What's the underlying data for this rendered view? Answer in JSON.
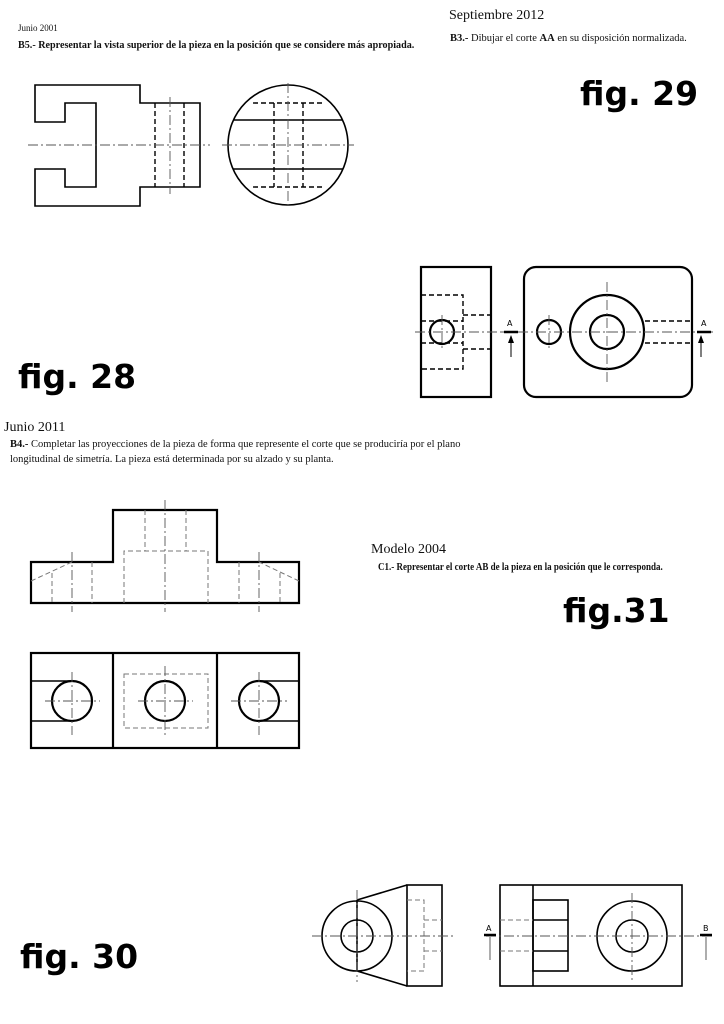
{
  "fig28": {
    "date": "Junio 2001",
    "task_code": "B5.-",
    "task_text": "Representar la vista superior de la pieza en la posición que se considere más apropiada.",
    "label": "fig. 28"
  },
  "fig29": {
    "date": "Septiembre 2012",
    "task_code": "B3.-",
    "task_text_1": "Dibujar el corte",
    "task_bold": "AA",
    "task_text_2": "en su disposición normalizada.",
    "label": "fig. 29",
    "section_label_left": "A",
    "section_label_right": "A"
  },
  "fig30": {
    "date": "Junio 2011",
    "task_code": "B4.-",
    "task_line_1": "Completar las proyecciones de la pieza de forma que represente el corte que se produciría por el plano",
    "task_line_2": "longitudinal de simetría. La pieza está determinada por su alzado y su planta.",
    "label": "fig. 30"
  },
  "fig31": {
    "date": "Modelo 2004",
    "task_code": "C1.-",
    "task_text_1": "Representar el corte",
    "task_bold": "AB",
    "task_text_2": "de la pieza en la posición que le corresponda.",
    "label": "fig.31",
    "section_label_left": "A",
    "section_label_right": "B"
  }
}
